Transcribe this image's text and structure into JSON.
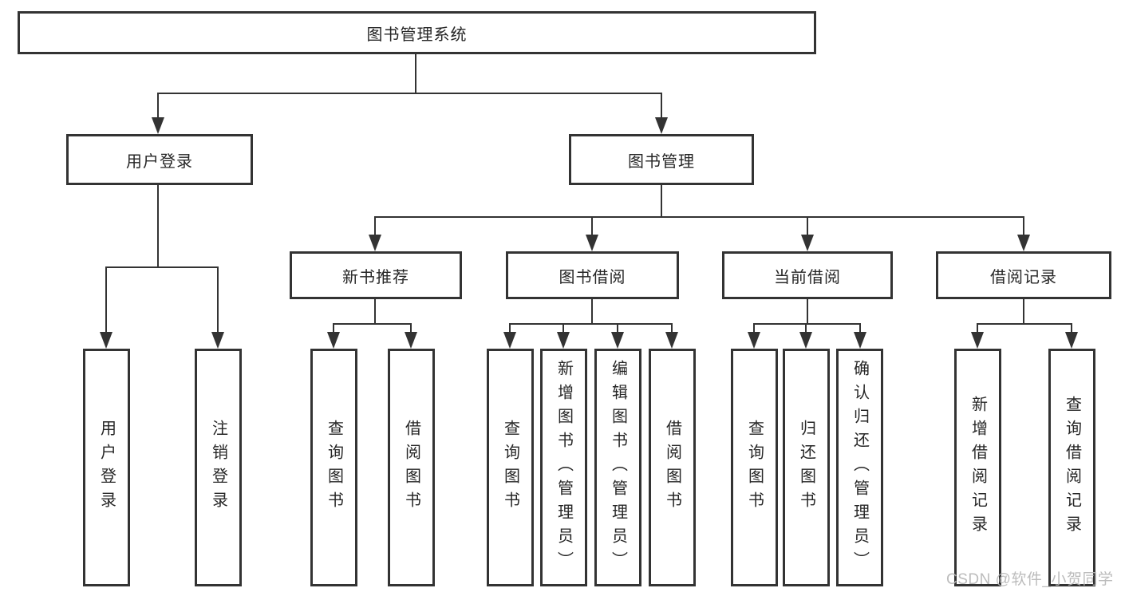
{
  "nodes": {
    "root": {
      "label": "图书管理系统"
    },
    "user_login": {
      "label": "用户登录"
    },
    "book_management": {
      "label": "图书管理"
    },
    "new_book_recommend": {
      "label": "新书推荐"
    },
    "book_borrowing": {
      "label": "图书借阅"
    },
    "current_borrowing": {
      "label": "当前借阅"
    },
    "borrowing_records": {
      "label": "借阅记录"
    },
    "leaf_user_login": {
      "label": "用户登录"
    },
    "leaf_logout": {
      "label": "注销登录"
    },
    "leaf_query_books_a": {
      "label": "查询图书"
    },
    "leaf_borrow_books_a": {
      "label": "借阅图书"
    },
    "leaf_query_books_b": {
      "label": "查询图书"
    },
    "leaf_add_books_admin": {
      "label": "新增图书（管理员）"
    },
    "leaf_edit_books_admin": {
      "label": "编辑图书（管理员）"
    },
    "leaf_borrow_books_b": {
      "label": "借阅图书"
    },
    "leaf_query_books_c": {
      "label": "查询图书"
    },
    "leaf_return_books": {
      "label": "归还图书"
    },
    "leaf_confirm_return_admin": {
      "label": "确认归还（管理员）"
    },
    "leaf_add_borrow_record": {
      "label": "新增借阅记录"
    },
    "leaf_query_borrow_record": {
      "label": "查询借阅记录"
    }
  },
  "watermark": "CSDN @软件_小贺同学",
  "colors": {
    "line": "#333333",
    "text": "#262626",
    "watermark": "#b5b5b5",
    "background": "#ffffff"
  }
}
